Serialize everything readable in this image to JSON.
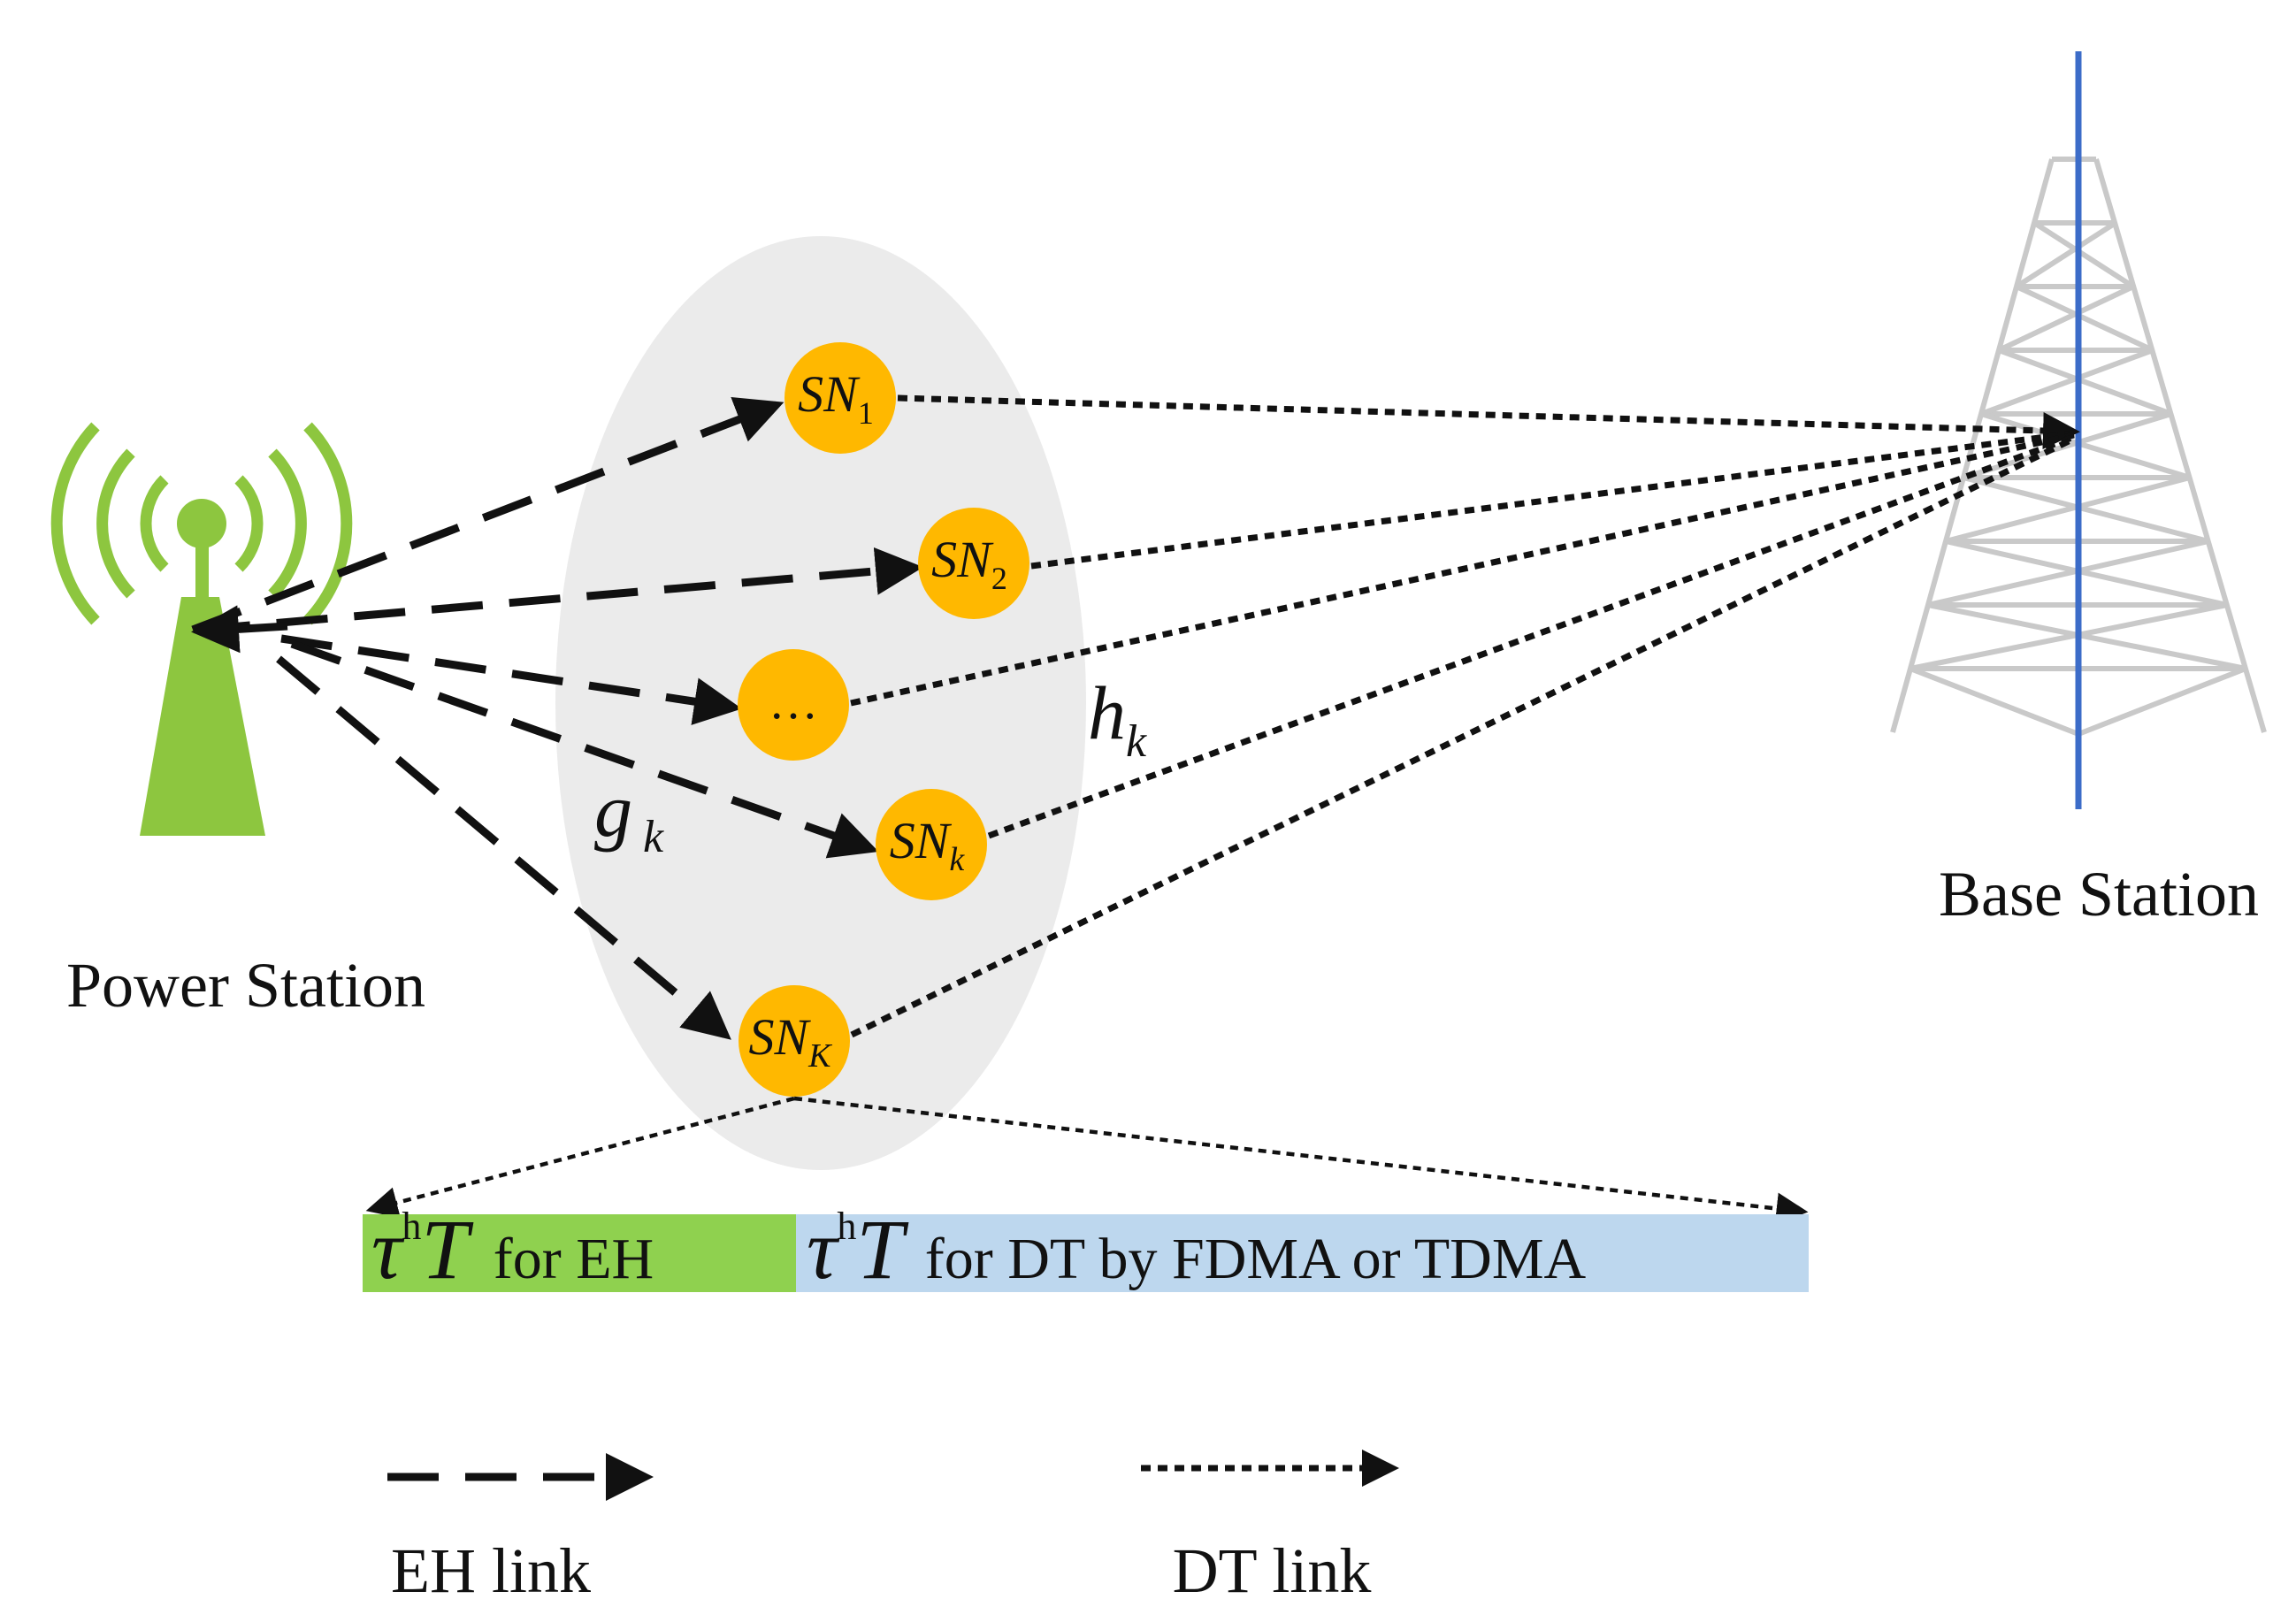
{
  "power_station": {
    "label": "Power Station",
    "color": "#8DC63F"
  },
  "base_station": {
    "label": "Base Station",
    "pole_color": "#3C6CC8",
    "frame_color": "#C9C9C9"
  },
  "cluster": {
    "color": "#EBEBEB",
    "node_color": "#FFB800"
  },
  "nodes": [
    {
      "id": "sn1",
      "base": "SN",
      "sub": "1"
    },
    {
      "id": "sn2",
      "base": "SN",
      "sub": "2"
    },
    {
      "id": "dots",
      "base": "…",
      "sub": ""
    },
    {
      "id": "snk",
      "base": "SN",
      "sub": "k"
    },
    {
      "id": "snK",
      "base": "SN",
      "sub": "K"
    }
  ],
  "channels": {
    "g": {
      "base": "g",
      "sub": "k"
    },
    "h": {
      "base": "h",
      "sub": "k"
    }
  },
  "timeline": {
    "eh": {
      "tau": "τ",
      "sup": "h",
      "T": "T",
      "text": "for EH",
      "color": "#8FD14F"
    },
    "dt": {
      "tau": "τ",
      "sup": "h",
      "T": "T",
      "text": "for DT by FDMA or TDMA",
      "color": "#BDD7EE"
    }
  },
  "legend": {
    "eh_label": "EH link",
    "dt_label": "DT link"
  }
}
